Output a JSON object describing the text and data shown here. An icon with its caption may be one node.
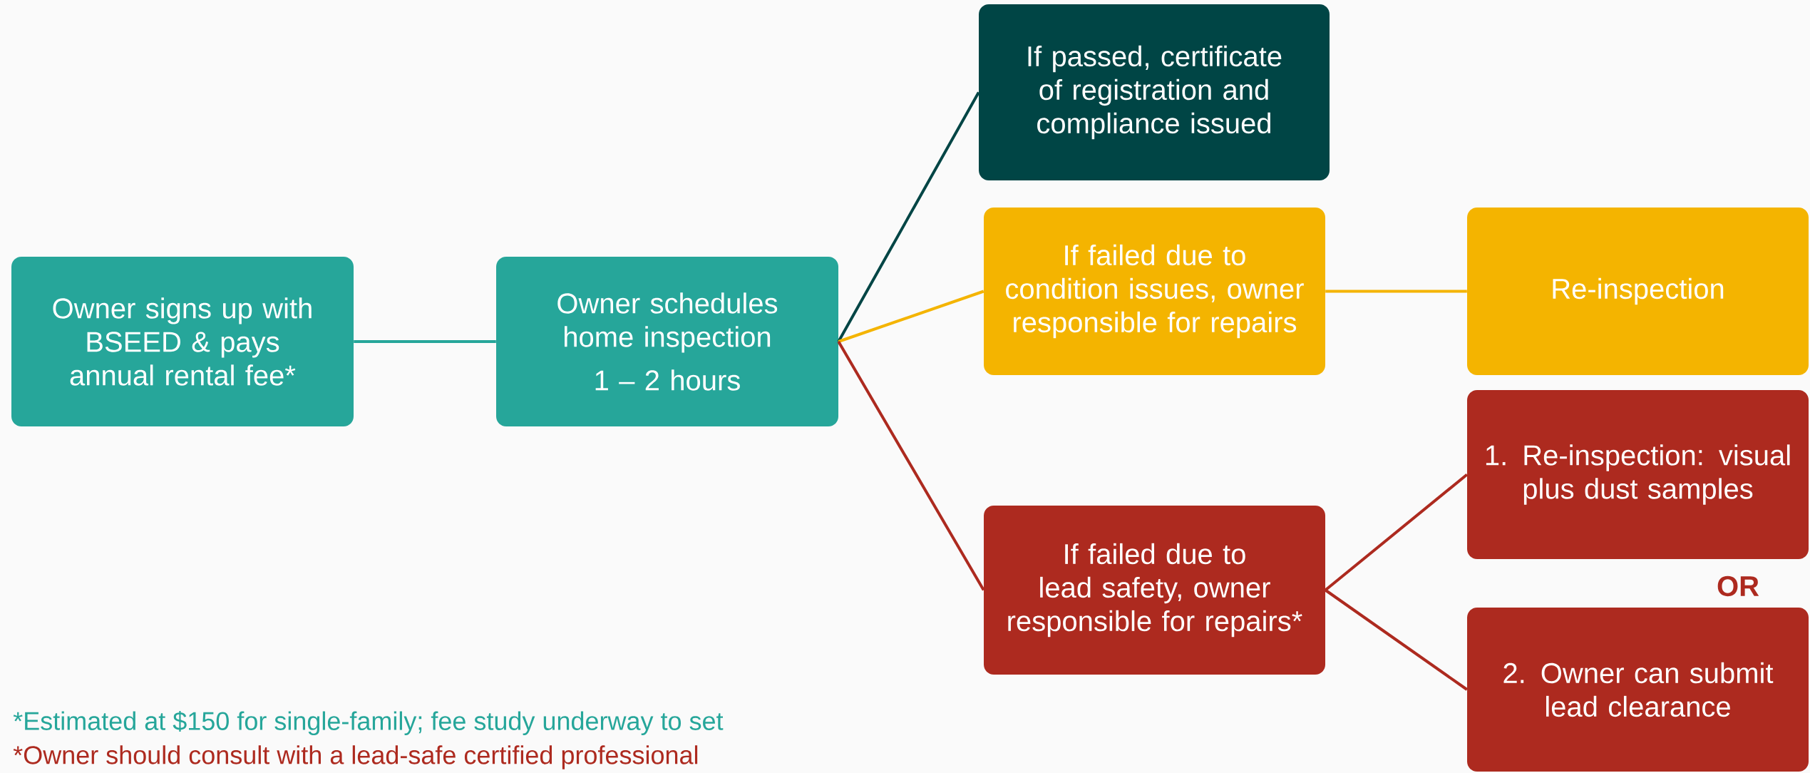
{
  "diagram": {
    "nodes": [
      {
        "text": [
          "Owner signs up with BSEED & pays annual rental fee*"
        ]
      },
      {
        "text": [
          "Owner schedules home inspection",
          "1 – 2 hours"
        ]
      },
      {
        "text": [
          "If passed, certificate of registration and compliance issued"
        ]
      },
      {
        "text": [
          "If failed due to condition issues, owner responsible for repairs"
        ]
      },
      {
        "text": [
          "Re-inspection"
        ]
      },
      {
        "text": [
          "If failed due to lead safety, owner responsible for repairs*"
        ]
      },
      {
        "text": [
          "1. Re-inspection: visual plus dust samples"
        ]
      },
      {
        "text": [
          "2. Owner can submit lead clearance"
        ]
      }
    ],
    "edges": [
      {
        "from": 0,
        "to": 1,
        "arrow": "none",
        "color": "#26a69a"
      },
      {
        "from": 1,
        "to": 2,
        "arrow": "none",
        "color": "#004545"
      },
      {
        "from": 1,
        "to": 3,
        "arrow": "none",
        "color": "#f4b400"
      },
      {
        "from": 1,
        "to": 5,
        "arrow": "none"
      },
      {
        "from": 3,
        "to": 4,
        "arrow": "none",
        "color": "#f4b400"
      },
      {
        "from": 5,
        "to": 6,
        "arrow": "none"
      },
      {
        "from": 5,
        "to": 7,
        "arrow": "none"
      }
    ],
    "labels": [
      "OR",
      "*Estimated at $150 for single-family; fee study underway to set",
      "*Owner should consult with a lead-safe certified professional"
    ]
  }
}
